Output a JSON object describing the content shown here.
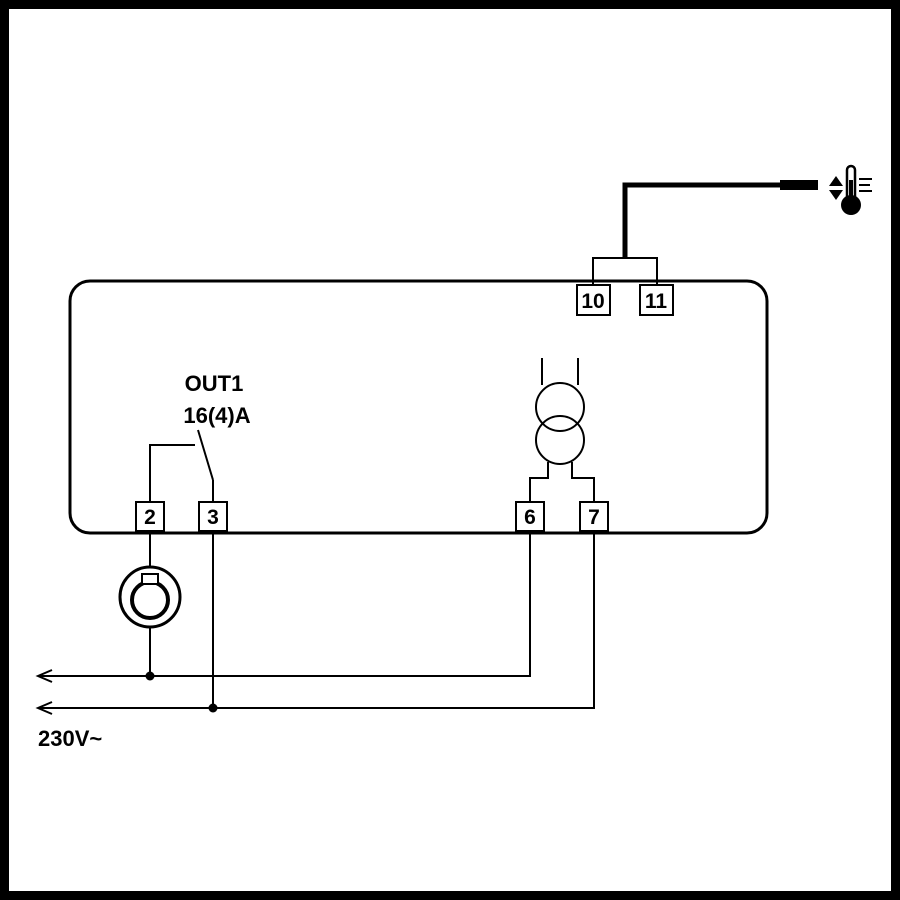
{
  "output": {
    "name": "OUT1",
    "rating": "16(4)A"
  },
  "terminals": {
    "t2": "2",
    "t3": "3",
    "t6": "6",
    "t7": "7",
    "t10": "10",
    "t11": "11"
  },
  "supply": {
    "label": "230V~"
  },
  "icons": {
    "load": "compressor-icon",
    "sensor": "thermometer-icon",
    "transformer": "transformer-icon"
  },
  "colors": {
    "line": "#000000",
    "background": "#ffffff"
  }
}
